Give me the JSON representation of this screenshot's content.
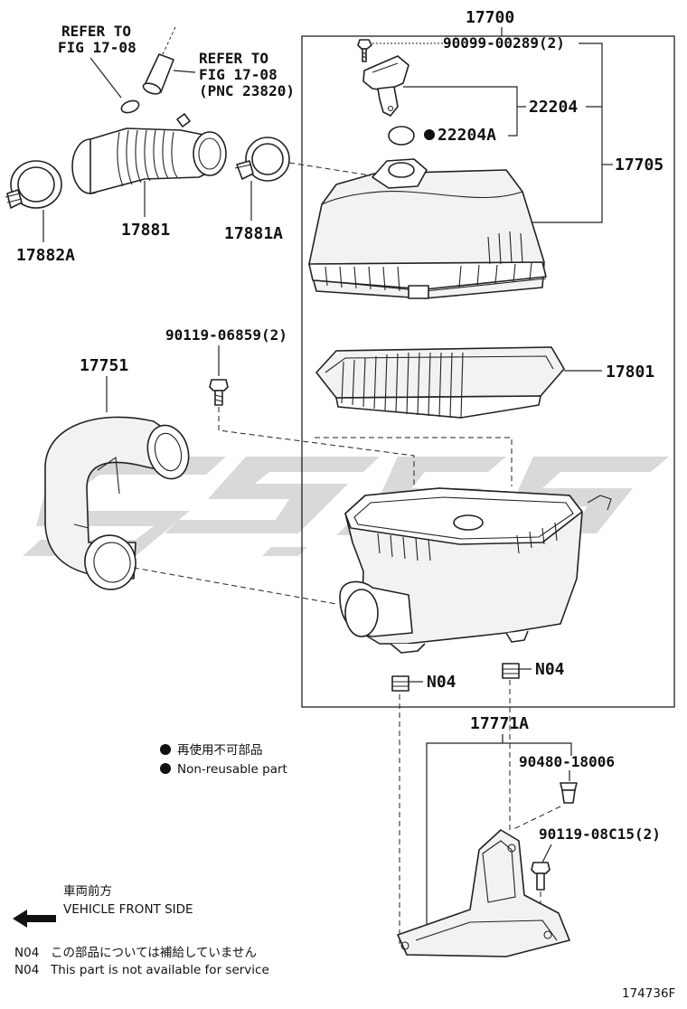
{
  "parts": {
    "p17700": "17700",
    "p90099": "90099-00289(2)",
    "p22204": "22204",
    "p22204A": "22204A",
    "p17705": "17705",
    "p17881": "17881",
    "p17881A": "17881A",
    "p17882A": "17882A",
    "p90119_06859": "90119-06859(2)",
    "p17801": "17801",
    "p17751": "17751",
    "pN04a": "N04",
    "pN04b": "N04",
    "p17771A": "17771A",
    "p90480": "90480-18006",
    "p90119_08C15": "90119-08C15(2)"
  },
  "refs": {
    "refer1_line1": "REFER TO",
    "refer1_line2": "FIG 17-08",
    "refer2_line1": "REFER TO",
    "refer2_line2": "FIG 17-08",
    "refer2_line3": "(PNC 23820)"
  },
  "legend": {
    "nonreusable_jp": "再使用不可部品",
    "nonreusable_en": "Non-reusable part"
  },
  "direction": {
    "front_jp": "車両前方",
    "front_en": "VEHICLE FRONT SIDE"
  },
  "notes": {
    "n04_jp_code": "N04",
    "n04_jp_text": "この部品については補給していません",
    "n04_en_code": "N04",
    "n04_en_text": "This part is not available for service"
  },
  "figure_id": "174736F",
  "colors": {
    "line": "#222222",
    "watermark": "#d9d9d9",
    "background": "#ffffff"
  },
  "icons": {
    "front_arrow": "arrow-left-icon",
    "nonreusable_mark": "filled-circle-icon"
  }
}
